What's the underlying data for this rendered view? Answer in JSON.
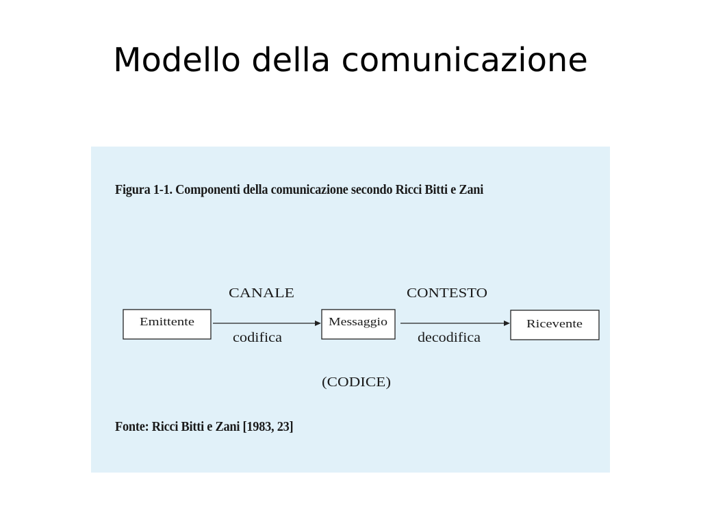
{
  "slide": {
    "title": "Modello della comunicazione"
  },
  "figure": {
    "background_color": "#e1f1f9",
    "caption": "Figura 1-1. Componenti della comunicazione secondo Ricci Bitti e Zani",
    "source": "Fonte: Ricci Bitti e Zani [1983, 23]",
    "nodes": {
      "sender": "Emittente",
      "message": "Messaggio",
      "receiver": "Ricevente"
    },
    "labels": {
      "channel": "CANALE",
      "context": "CONTESTO",
      "encoding": "codifica",
      "decoding": "decodifica",
      "code": "(CODICE)"
    }
  }
}
